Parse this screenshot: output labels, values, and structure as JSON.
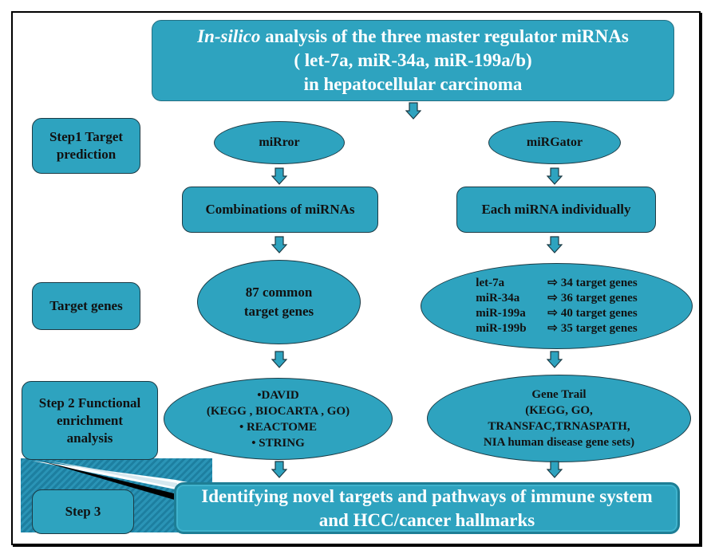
{
  "title": {
    "italic": "In-silico",
    "line1_rest": " analysis of the three master regulator  miRNAs",
    "line2": "( let-7a, miR-34a, miR-199a/b)",
    "line3": "in hepatocellular carcinoma"
  },
  "steps": {
    "step1": "Step1 Target prediction",
    "target_genes": "Target genes",
    "step2": "Step 2 Functional enrichment analysis",
    "step3": "Step 3"
  },
  "left": {
    "tool": "miRror",
    "method": "Combinations of  miRNAs",
    "genes": "87 common target genes",
    "enrichment": [
      "•DAVID",
      "(KEGG , BIOCARTA , GO)",
      "• REACTOME",
      "• STRING"
    ]
  },
  "right": {
    "tool": "miRGator",
    "method": "Each miRNA individually",
    "genes": [
      {
        "mirna": "let-7a",
        "count": "34 target genes"
      },
      {
        "mirna": "miR-34a",
        "count": "36 target genes"
      },
      {
        "mirna": "miR-199a",
        "count": "40 target genes"
      },
      {
        "mirna": "miR-199b",
        "count": "35 target genes"
      }
    ],
    "enrichment": [
      "Gene Trail",
      "(KEGG, GO,",
      "TRANSFAC,TRNASPATH,",
      "NIA human disease gene sets)"
    ]
  },
  "final": {
    "line1": "Identifying novel targets and pathways of immune system",
    "line2": "and HCC/cancer hallmarks"
  },
  "colors": {
    "box": "#2ea3bf",
    "outline": "#1c3a44"
  },
  "icons": {
    "flow": "down-arrow-icon",
    "gene_arrow": "right-arrow-outline-icon"
  }
}
